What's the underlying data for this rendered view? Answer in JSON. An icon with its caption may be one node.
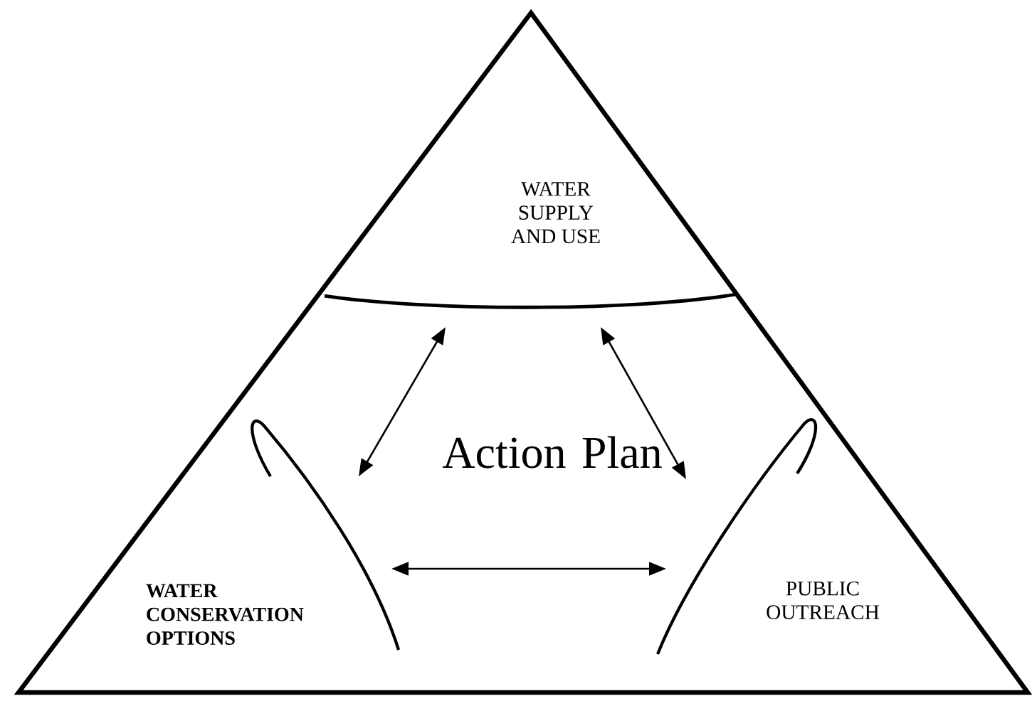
{
  "diagram": {
    "nodes": [
      {
        "text": [
          "Action Plan"
        ]
      },
      {
        "text": [
          "WATER SUPPLY AND USE"
        ],
        "in": 0
      },
      {
        "text": [
          "WATER CONSERVATION OPTIONS"
        ],
        "in": 0
      },
      {
        "text": [
          "PUBLIC OUTREACH"
        ],
        "in": 0
      }
    ],
    "edges": [
      {
        "from": 1,
        "to": 2,
        "arrow": "both"
      },
      {
        "from": 1,
        "to": 3,
        "arrow": "both"
      },
      {
        "from": 2,
        "to": 3,
        "arrow": "both"
      }
    ]
  }
}
